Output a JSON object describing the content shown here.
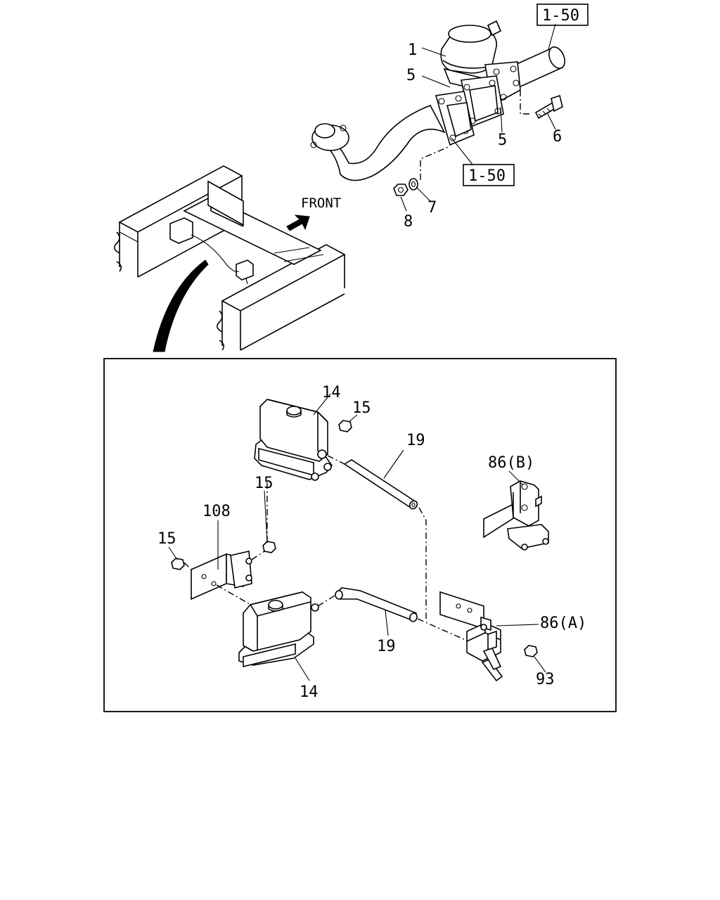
{
  "callouts": {
    "ref_top": "1-50",
    "ref_mid": "1-50",
    "item_1": "1",
    "item_5a": "5",
    "item_5b": "5",
    "item_6": "6",
    "item_7": "7",
    "item_8": "8",
    "front": "FRONT"
  },
  "detail": {
    "item_14a": "14",
    "item_15a": "15",
    "item_19a": "19",
    "item_86b": "86(B)",
    "item_15b": "15",
    "item_108": "108",
    "item_15c": "15",
    "item_19b": "19",
    "item_86a": "86(A)",
    "item_93": "93",
    "item_14b": "14"
  }
}
